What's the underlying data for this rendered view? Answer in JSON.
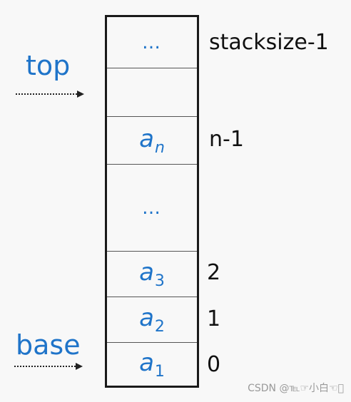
{
  "cells": [
    {
      "base": "…",
      "sub": "",
      "dots": true
    },
    {
      "base": "",
      "sub": "",
      "dots": false
    },
    {
      "base": "a",
      "sub": "n",
      "dots": false,
      "italic_sub": true
    },
    {
      "base": "…",
      "sub": "",
      "dots": true
    },
    {
      "base": "a",
      "sub": "3",
      "dots": false
    },
    {
      "base": "a",
      "sub": "2",
      "dots": false
    },
    {
      "base": "a",
      "sub": "1",
      "dots": false
    }
  ],
  "indices": {
    "stacksize": "stacksize-1",
    "n": "n-1",
    "two": "2",
    "one": "1",
    "zero": "0"
  },
  "pointers": {
    "top": "top",
    "base": "base"
  },
  "watermark": "CSDN @℡☞小白☜ͦ",
  "colors": {
    "accent": "#1f74c9",
    "border": "#1a1a1a"
  }
}
